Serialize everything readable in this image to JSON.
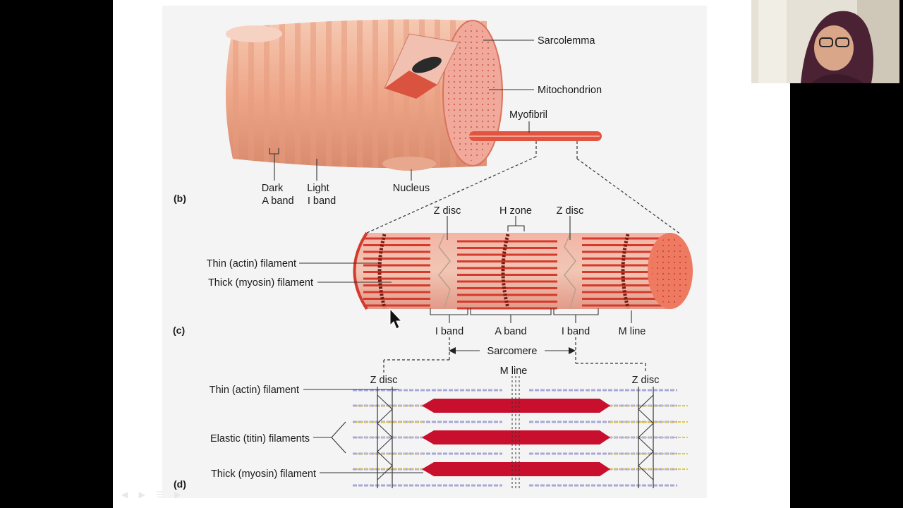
{
  "panels": {
    "b": "(b)",
    "c": "(c)",
    "d": "(d)"
  },
  "panel_b": {
    "sarcolemma": "Sarcolemma",
    "mitochondrion": "Mitochondrion",
    "myofibril": "Myofibril",
    "dark_line1": "Dark",
    "dark_line2": "A band",
    "light_line1": "Light",
    "light_line2": "I band",
    "nucleus": "Nucleus"
  },
  "panel_c": {
    "z_disc_left": "Z disc",
    "h_zone": "H zone",
    "z_disc_right": "Z disc",
    "thin_filament": "Thin (actin) filament",
    "thick_filament": "Thick (myosin) filament",
    "i_band_left": "I band",
    "a_band": "A band",
    "i_band_right": "I band",
    "m_line": "M line",
    "sarcomere": "Sarcomere"
  },
  "panel_d": {
    "m_line": "M line",
    "z_disc_left": "Z disc",
    "z_disc_right": "Z disc",
    "thin_filament": "Thin (actin) filament",
    "elastic_filaments": "Elastic (titin) filaments",
    "thick_filament": "Thick (myosin) filament"
  },
  "colors": {
    "muscle_red": "#d43a2e",
    "muscle_peach": "#eea78a",
    "myosin_red": "#c8102e",
    "titin_yellow": "#e8c830",
    "actin_lavender": "#a8a8d8"
  },
  "icons": [
    "mouse-cursor-icon",
    "webcam-presenter-icon"
  ]
}
